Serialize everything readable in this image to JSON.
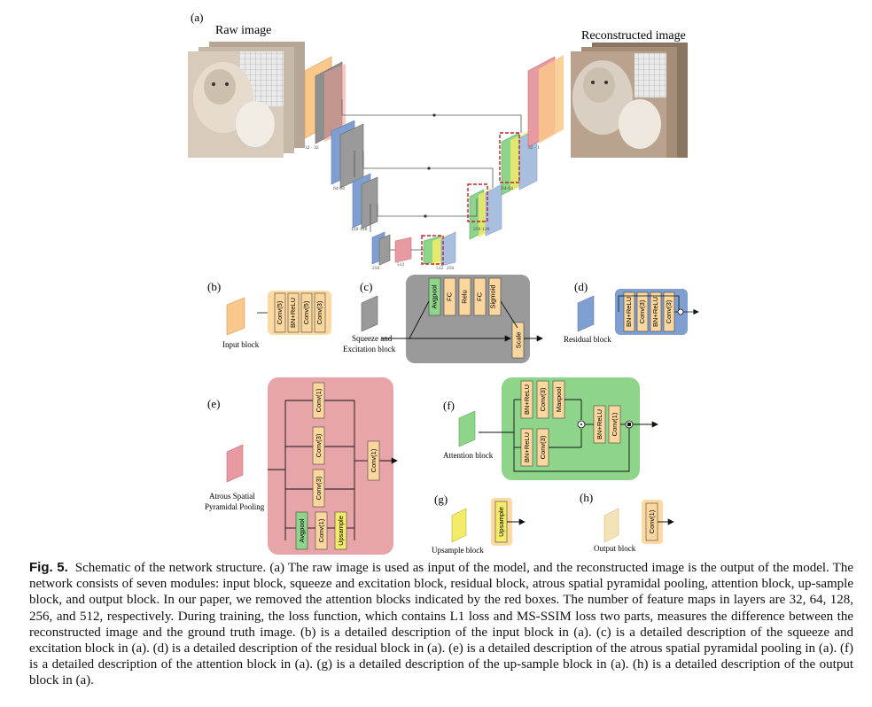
{
  "labels": {
    "a": "(a)",
    "b": "(b)",
    "c": "(c)",
    "d": "(d)",
    "e": "(e)",
    "f": "(f)",
    "g": "(g)",
    "h": "(h)"
  },
  "panel_a": {
    "raw_title": "Raw image",
    "rec_title": "Reconstructed image",
    "dims": {
      "d32": "32 · 32",
      "d64": "64·64",
      "d128": "128·128",
      "d256": "256",
      "d512": "512",
      "d512b": "512",
      "d256b": "256",
      "d256c": "256·128",
      "d64b": "64·64",
      "d32b": "32 · 1"
    }
  },
  "panel_b": {
    "caption": "Input block",
    "layers": [
      "Conv(5)",
      "BN+ReLU",
      "Conv(5)",
      "Conv(3)"
    ]
  },
  "panel_c": {
    "caption_line1": "Squeeze and",
    "caption_line2": "Excitation  block",
    "layers": [
      "Avgpool",
      "FC",
      "Relu",
      "FC",
      "Sigmoid"
    ],
    "scale": "Scale"
  },
  "panel_d": {
    "caption": "Residual block",
    "layers": [
      "BN+ReLU",
      "Conv(3)",
      "BN+ReLU",
      "Conv(3)"
    ]
  },
  "panel_e": {
    "caption_line1": "Atrous Spatial",
    "caption_line2": "Pyramidal  Pooling",
    "branches": [
      "Conv(1)",
      "Conv(3)",
      "Conv(3)"
    ],
    "bottom": [
      "Avgpool",
      "Conv(1)",
      "Upsample"
    ],
    "out": "Conv(1)"
  },
  "panel_f": {
    "caption": "Attention  block",
    "top": [
      "BN+ReLU",
      "Conv(3)",
      "Maxpool"
    ],
    "bottom": [
      "BN+ReLU",
      "Conv(3)"
    ],
    "right": [
      "BN+ReLU",
      "Conv(1)"
    ]
  },
  "panel_g": {
    "caption": "Upsample block",
    "layer": "Upsample"
  },
  "panel_h": {
    "caption": "Output block",
    "layer": "Conv(1)"
  },
  "caption": {
    "label": "Fig. 5.",
    "text": "Schematic of the network structure. (a) The raw image is used as input of the model, and the reconstructed image is the output of the model. The network consists of seven modules: input block, squeeze and excitation block, residual block, atrous spatial pyramidal pooling, attention block, up-sample block, and output block. In our paper, we removed the attention blocks indicated by the red boxes. The number of feature maps in layers are 32, 64, 128, 256, and 512, respectively. During training, the loss function, which contains L1 loss and MS-SSIM loss two parts, measures the difference between the reconstructed image and the ground truth image. (b) is a detailed description of the input block in (a). (c) is a detailed description of the squeeze and excitation block in (a). (d) is a detailed description of the residual block in (a). (e) is a detailed description of the atrous spatial pyramidal pooling in (a). (f) is a detailed description of the attention block in (a). (g) is a detailed description of the up-sample block in (a). (h) is a detailed description of the output block in (a)."
  },
  "colors": {
    "input": "#f9c88a",
    "blue": "#7f9fd0",
    "grey": "#a9a9a9",
    "red": "#e79aa1",
    "green": "#8ed48a",
    "yellow": "#f3ec6a",
    "cream": "#f5e3b8",
    "layer": "#fbd79e",
    "panel_grey": "#9a9a9a",
    "panel_blue": "#7f9fd0",
    "panel_pink": "#e8a5a9",
    "panel_green": "#8ed48a",
    "panel_orange": "#fbd390"
  }
}
